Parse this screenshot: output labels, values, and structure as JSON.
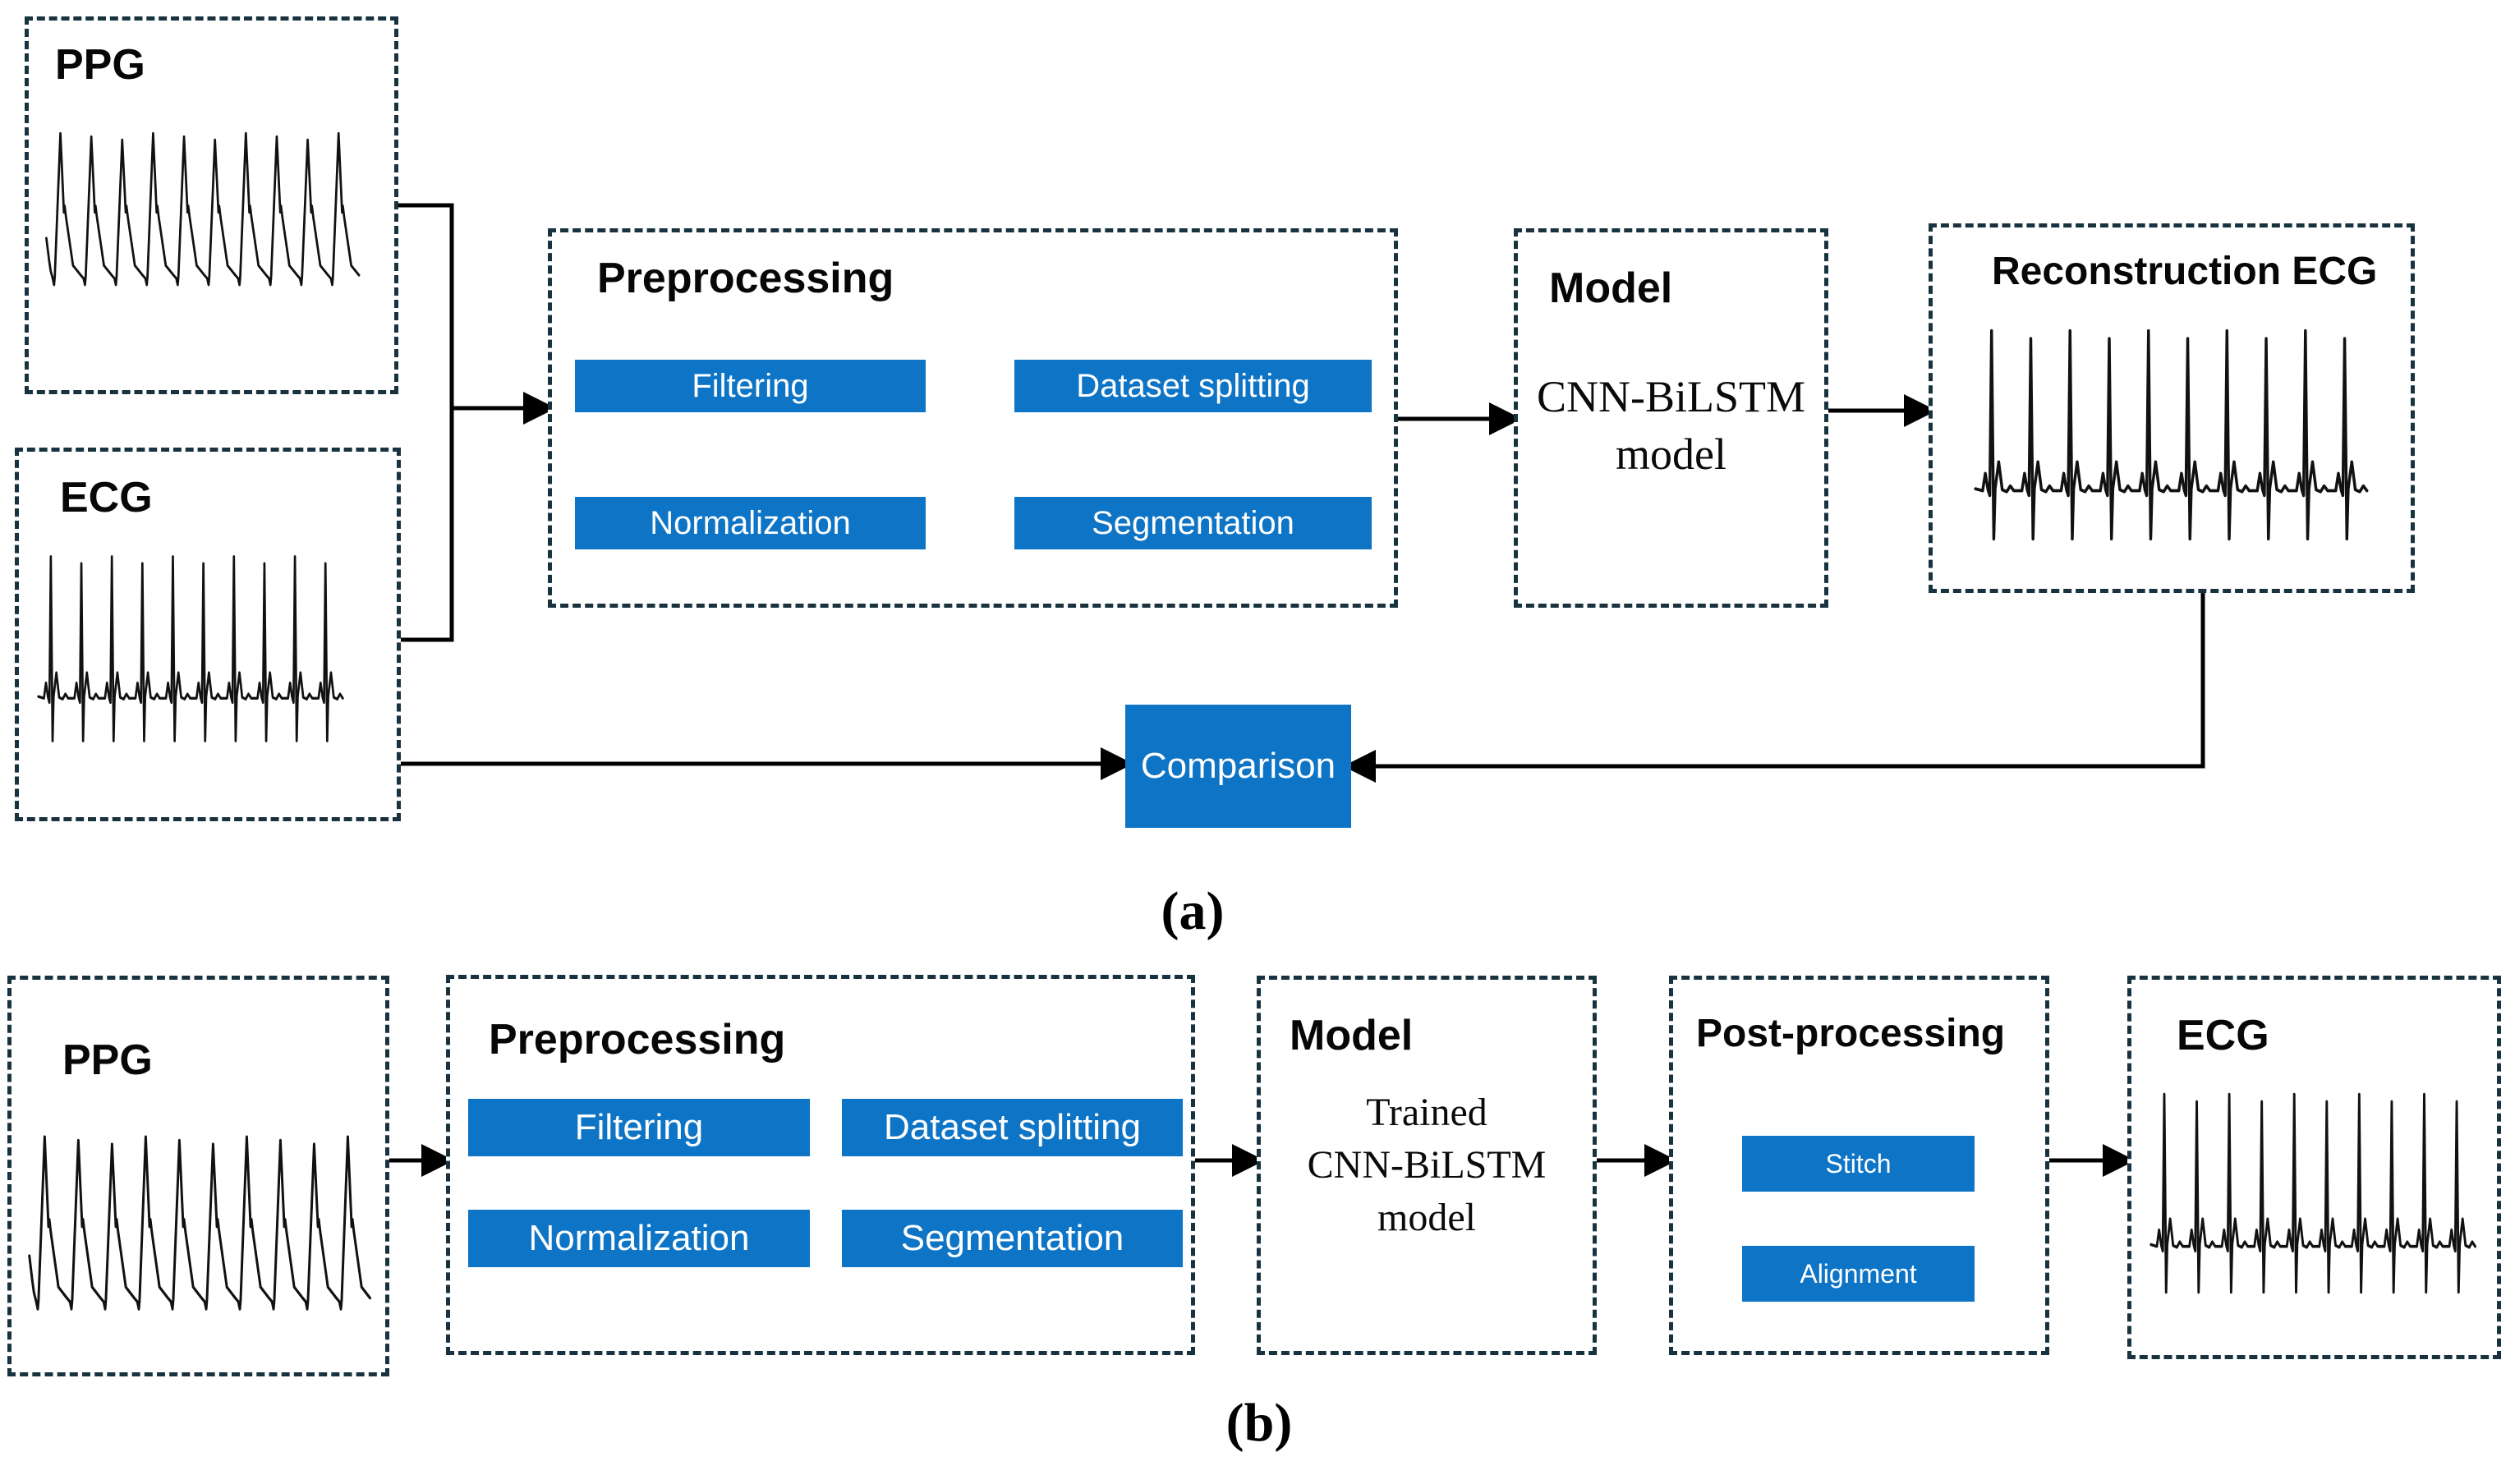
{
  "figure": {
    "accent_blue": "#0d74c6",
    "border_color": "#18333f",
    "arrow_color": "#000000",
    "panel_a": {
      "caption": "(a)",
      "ppg": {
        "title": "PPG",
        "signal": "ppg-waveform"
      },
      "ecg": {
        "title": "ECG",
        "signal": "ecg-waveform"
      },
      "preprocessing": {
        "title": "Preprocessing",
        "filtering": "Filtering",
        "dataset_splitting": "Dataset splitting",
        "normalization": "Normalization",
        "segmentation": "Segmentation"
      },
      "model": {
        "title": "Model",
        "line1": "CNN-BiLSTM",
        "line2": "model"
      },
      "reconstruction": {
        "title": "Reconstruction ECG",
        "signal": "ecg-waveform"
      },
      "comparison": "Comparison"
    },
    "panel_b": {
      "caption": "(b)",
      "ppg": {
        "title": "PPG",
        "signal": "ppg-waveform"
      },
      "preprocessing": {
        "title": "Preprocessing",
        "filtering": "Filtering",
        "dataset_splitting": "Dataset splitting",
        "normalization": "Normalization",
        "segmentation": "Segmentation"
      },
      "model": {
        "title": "Model",
        "line1": "Trained",
        "line2": "CNN-BiLSTM",
        "line3": "model"
      },
      "post_processing": {
        "title": "Post-processing",
        "stitch": "Stitch",
        "alignment": "Alignment"
      },
      "ecg": {
        "title": "ECG",
        "signal": "ecg-waveform"
      }
    },
    "waveforms": {
      "ppg_pulses": 10,
      "ecg_beats": 10
    }
  }
}
